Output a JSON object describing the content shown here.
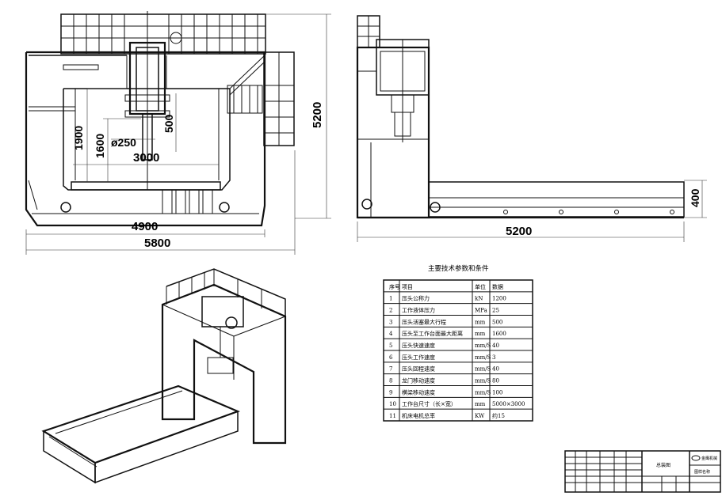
{
  "dimensions": {
    "front_width_inner": "4900",
    "front_width_outer": "5800",
    "opening_height": "1900",
    "working_height": "1600",
    "cylinder_diameter": "ø250",
    "stroke": "500",
    "table_width": "3000",
    "total_height": "5200",
    "side_length": "5200",
    "side_height": "400"
  },
  "spec_table": {
    "title": "主要技术参数和条件",
    "headers": [
      "序号",
      "项目",
      "单位",
      "数据"
    ],
    "rows": [
      [
        "1",
        "压头公称力",
        "kN",
        "1200"
      ],
      [
        "2",
        "工作液体压力",
        "MPa",
        "25"
      ],
      [
        "3",
        "压头活塞最大行程",
        "mm",
        "500"
      ],
      [
        "4",
        "压头至工作台面最大距离",
        "mm",
        "1600"
      ],
      [
        "5",
        "压头快速速度",
        "mm/S",
        "40"
      ],
      [
        "6",
        "压头工作速度",
        "mm/S",
        "3"
      ],
      [
        "7",
        "压头回程速度",
        "mm/S",
        "40"
      ],
      [
        "8",
        "龙门移动速度",
        "mm/S",
        "80"
      ],
      [
        "9",
        "横梁移动速度",
        "mm/S",
        "100"
      ],
      [
        "10",
        "工作台尺寸（长×宽）",
        "mm",
        "5000×3000"
      ],
      [
        "11",
        "机床电机总率",
        "KW",
        "约15"
      ]
    ]
  },
  "title_block": {
    "drawing_name": "总装图",
    "company": "金鹰机械",
    "sheet_info": "图样名称"
  }
}
